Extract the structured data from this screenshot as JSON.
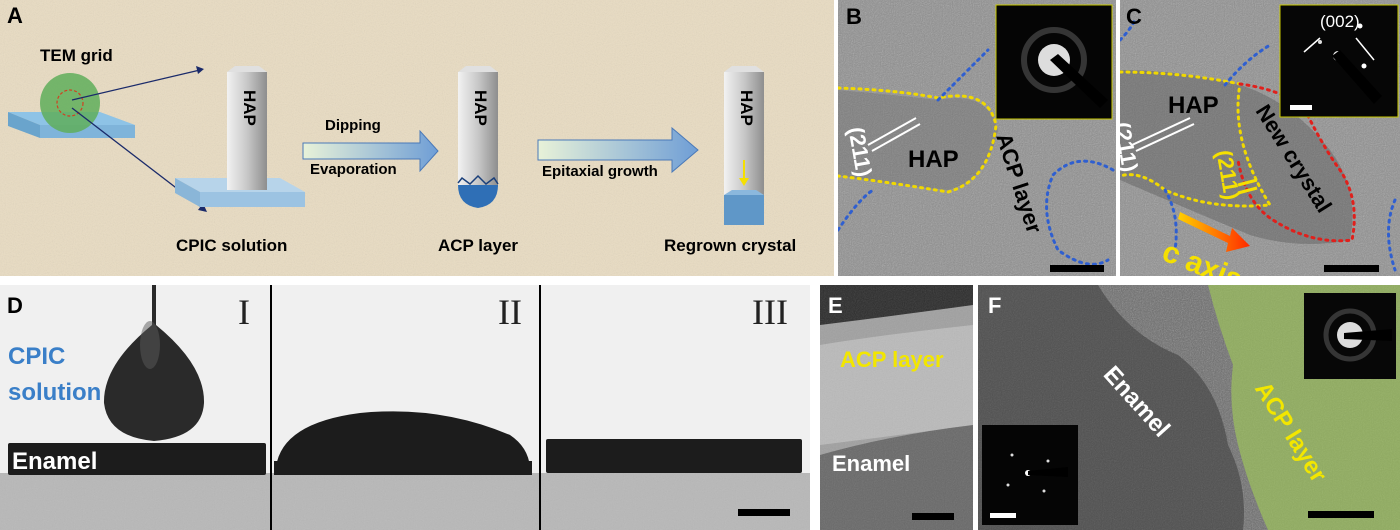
{
  "panelA": {
    "label": "A",
    "tem_grid": "TEM grid",
    "hap": "HAP",
    "dipping": "Dipping",
    "evaporation": "Evaporation",
    "epitaxial_growth": "Epitaxial growth",
    "cpic_solution": "CPIC solution",
    "acp_layer": "ACP layer",
    "regrown_crystal": "Regrown crystal"
  },
  "panelB": {
    "label": "B",
    "plane": "(211)",
    "hap": "HAP",
    "acp_layer": "ACP layer"
  },
  "panelC": {
    "label": "C",
    "diffraction": "(002)",
    "hap": "HAP",
    "plane1": "(211)",
    "plane2": "(211)",
    "new_crystal": "New crystal",
    "c_axis": "c axis"
  },
  "panelD": {
    "label": "D",
    "cpic_line1": "CPIC",
    "cpic_line2": "solution",
    "enamel": "Enamel",
    "stage1": "I",
    "stage2": "II",
    "stage3": "III"
  },
  "panelE": {
    "label": "E",
    "acp_layer": "ACP layer",
    "enamel": "Enamel"
  },
  "panelF": {
    "label": "F",
    "enamel": "Enamel",
    "acp_layer": "ACP layer"
  },
  "colors": {
    "label_yellow": "#f2e600",
    "label_blue": "#3a7fc8",
    "boundary_blue": "#2f5fd0",
    "boundary_yellow": "#f0d800",
    "boundary_red": "#e0201c",
    "acp_green": "#9cc25c"
  }
}
